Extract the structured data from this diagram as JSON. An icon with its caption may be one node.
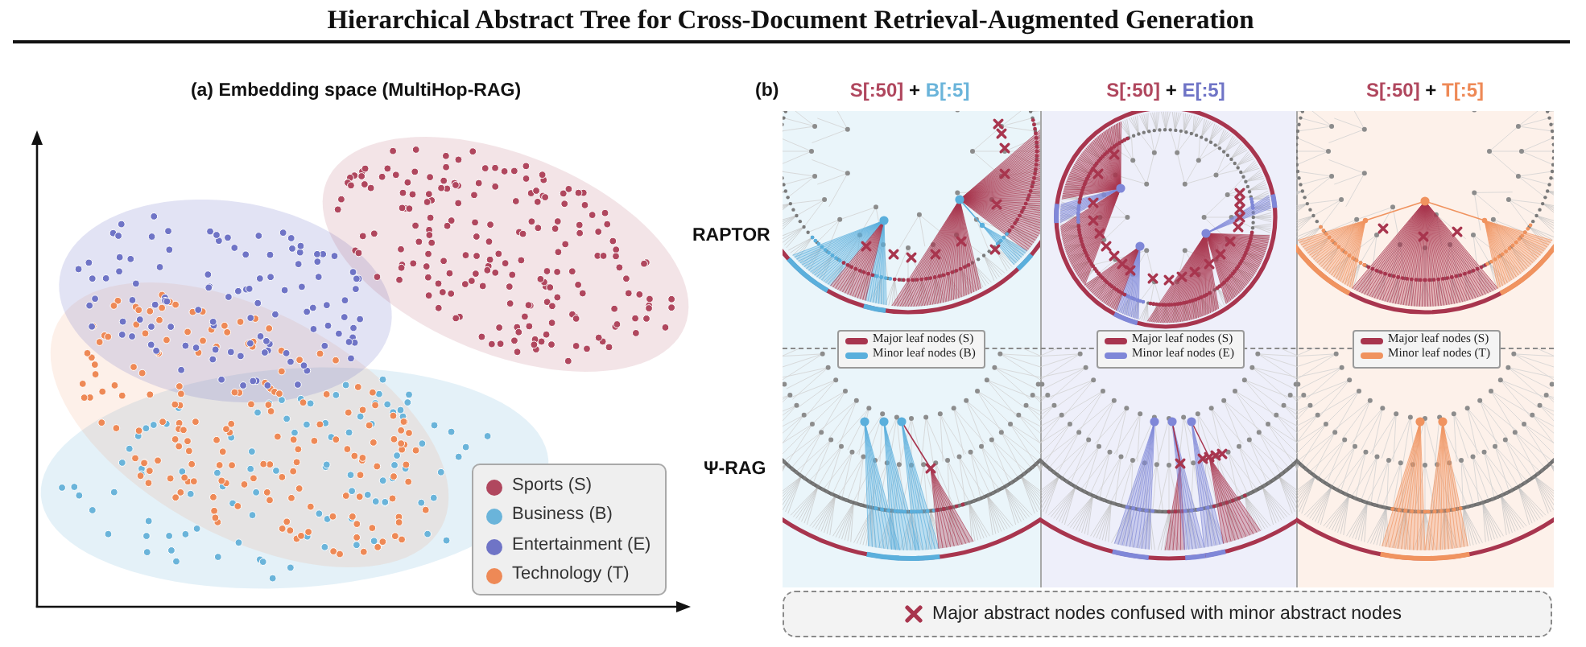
{
  "diagram": {
    "title": "Hierarchical Abstract Tree for Cross-Document Retrieval-Augmented Generation",
    "labels": [
      "(a) Embedding space (MultiHop-RAG)",
      "(b)",
      "S[:50] + B[:5]",
      "S[:50] + E[:5]",
      "S[:50] + T[:5]",
      "RAPTOR",
      "Ψ-RAG"
    ],
    "legend": [
      {
        "text": "Sports (S)",
        "color": "#b0475e"
      },
      {
        "text": "Business (B)",
        "color": "#6ab4da"
      },
      {
        "text": "Entertainment (E)",
        "color": "#6f74c6"
      },
      {
        "text": "Technology (T)",
        "color": "#ee8956"
      },
      {
        "text": "Major leaf nodes (S)",
        "color": "#a8354e"
      },
      {
        "text": "Minor leaf nodes (B)",
        "color": "#5aafdc"
      },
      {
        "text": "Major leaf nodes (S)",
        "color": "#a8354e"
      },
      {
        "text": "Minor leaf nodes (E)",
        "color": "#7f87d8"
      },
      {
        "text": "Major leaf nodes (S)",
        "color": "#a8354e"
      },
      {
        "text": "Minor leaf nodes (T)",
        "color": "#f0935f"
      },
      {
        "text": "Major abstract nodes confused with minor abstract nodes"
      }
    ]
  }
}
